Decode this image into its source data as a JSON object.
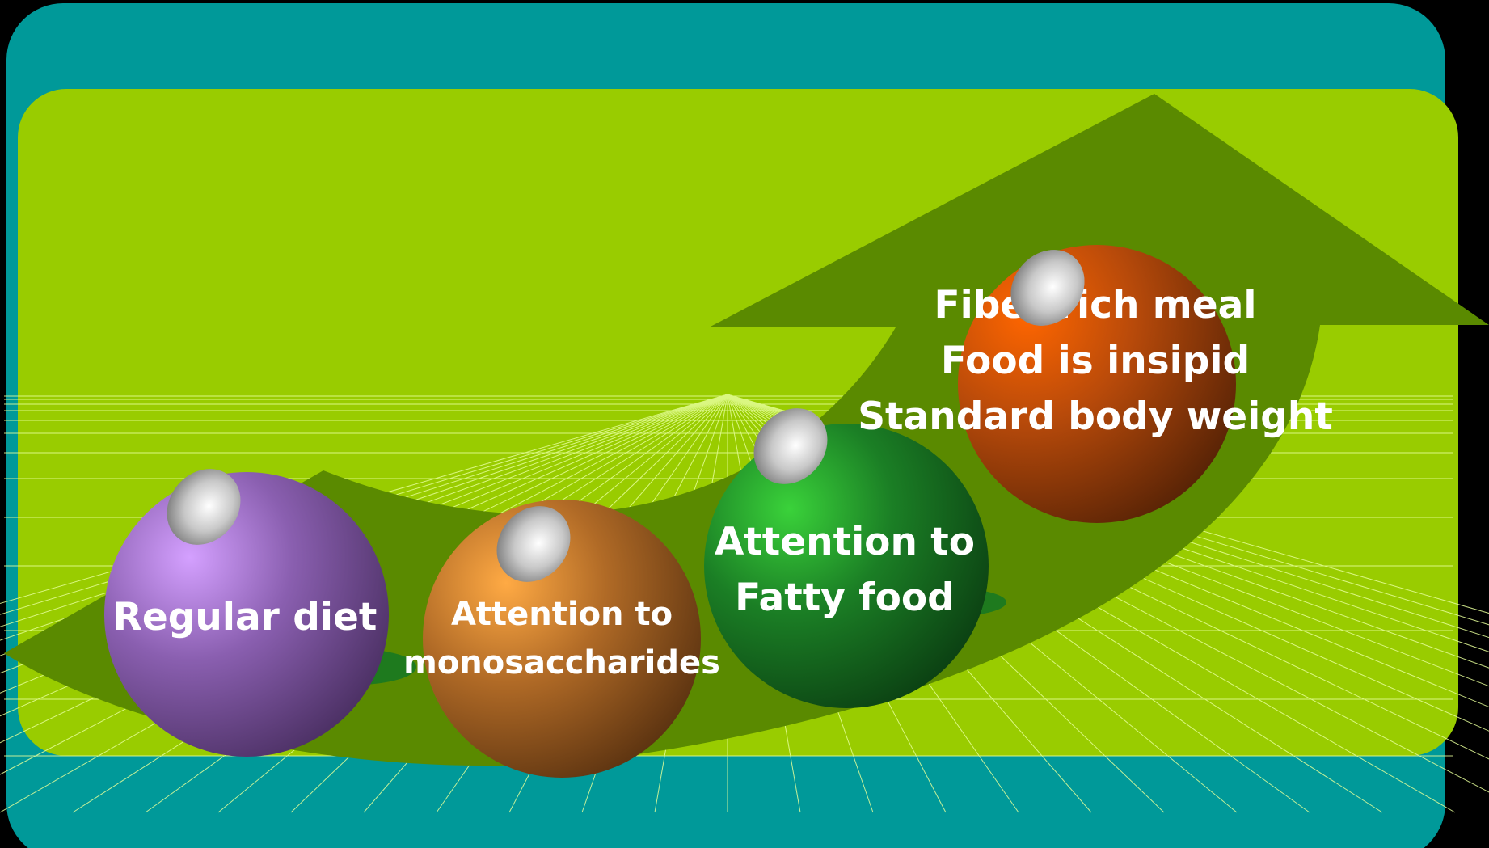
{
  "colors": {
    "teal_frame": "#009999",
    "lime_panel": "#99cc00",
    "arrow": "#5a8a00",
    "grid_line": "#e6ff99",
    "text": "#ffffff"
  },
  "balls": [
    {
      "id": "regular-diet",
      "color": "purple",
      "lines": [
        "Regular diet"
      ]
    },
    {
      "id": "monosaccharides",
      "color": "orange",
      "lines": [
        "Attention to",
        "monosaccharides"
      ]
    },
    {
      "id": "fatty-food",
      "color": "green",
      "lines": [
        "Attention to",
        "Fatty food"
      ]
    },
    {
      "id": "fiber-rich",
      "color": "red-orange",
      "lines": [
        "Fiber rich meal",
        "Food is insipid",
        "Standard body weight"
      ]
    }
  ]
}
